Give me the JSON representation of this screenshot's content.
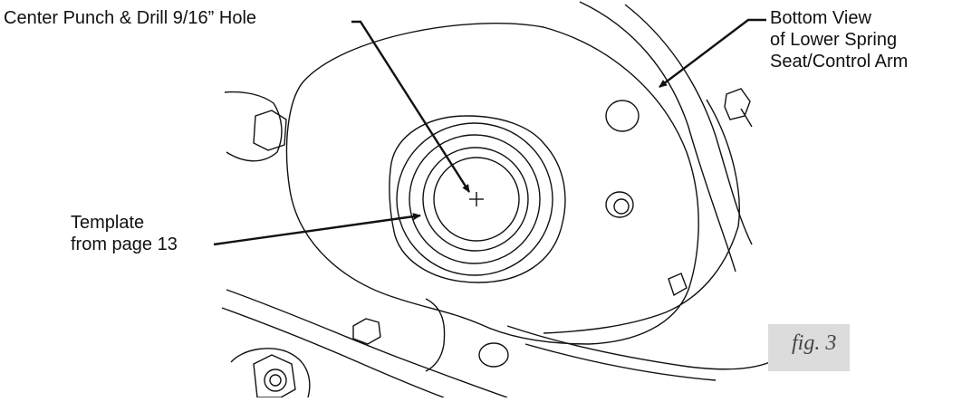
{
  "labels": {
    "center_punch": "Center Punch & Drill 9/16” Hole",
    "bottom_view_line1": "Bottom View",
    "bottom_view_line2": "of Lower Spring",
    "bottom_view_line3": "Seat/Control Arm",
    "template_line1": "Template",
    "template_line2": "from page 13"
  },
  "figure_caption": "fig. 3",
  "colors": {
    "line": "#111111",
    "caption_box": "#dcdcdc",
    "caption_text": "#444444"
  }
}
